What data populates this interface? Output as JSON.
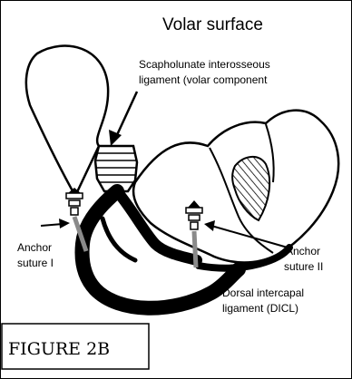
{
  "figure": {
    "title": "Volar surface",
    "caption": "FIGURE 2B",
    "labels": {
      "scapholunate_line1": "Scapholunate interosseous",
      "scapholunate_line2": "ligament (volar component",
      "anchor_left_line1": "Anchor",
      "anchor_left_line2": "suture I",
      "anchor_right_line1": "Anchor",
      "anchor_right_line2": "suture II",
      "dicl_line1": "Dorsal intercapal",
      "dicl_line2": "ligament (DICL)"
    },
    "colors": {
      "outline": "#000000",
      "suture": "#8a8a8a",
      "background": "#ffffff"
    }
  }
}
